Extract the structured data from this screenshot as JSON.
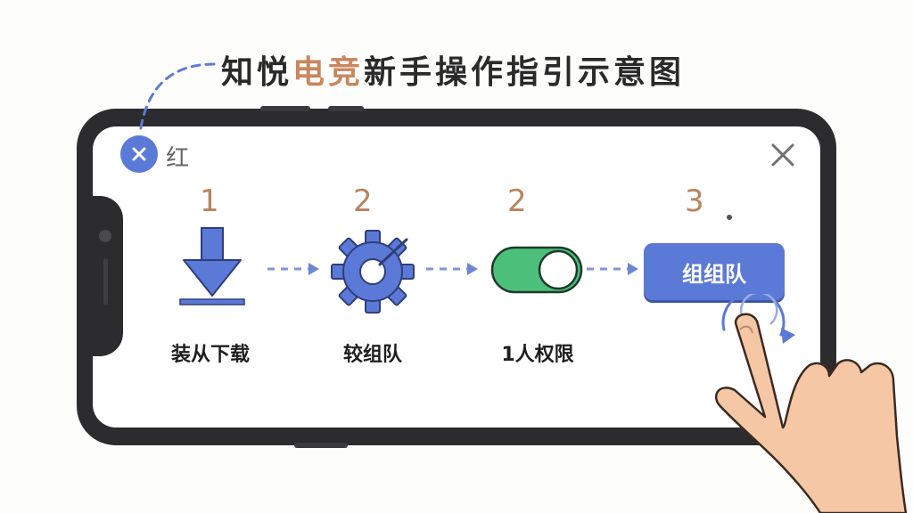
{
  "title": {
    "part1": "知悦",
    "accent": "电竞",
    "part2": "新手操作指引示意图"
  },
  "top_bar": {
    "close_label": "红"
  },
  "steps": [
    {
      "number": "1",
      "label": "装从下载",
      "icon": "download-icon"
    },
    {
      "number": "2",
      "label": "较组队",
      "icon": "gear-icon"
    },
    {
      "number": "2",
      "label": "1人权限",
      "icon": "toggle-switch-icon"
    },
    {
      "number": "3",
      "label": "",
      "icon": "tap-hand-icon"
    }
  ],
  "action_button": {
    "label": "组组队"
  },
  "colors": {
    "accent_blue": "#5b79d6",
    "toggle_green": "#4cc07a",
    "number_brown": "#b8845f",
    "phone_frame": "#2c2c2e"
  }
}
